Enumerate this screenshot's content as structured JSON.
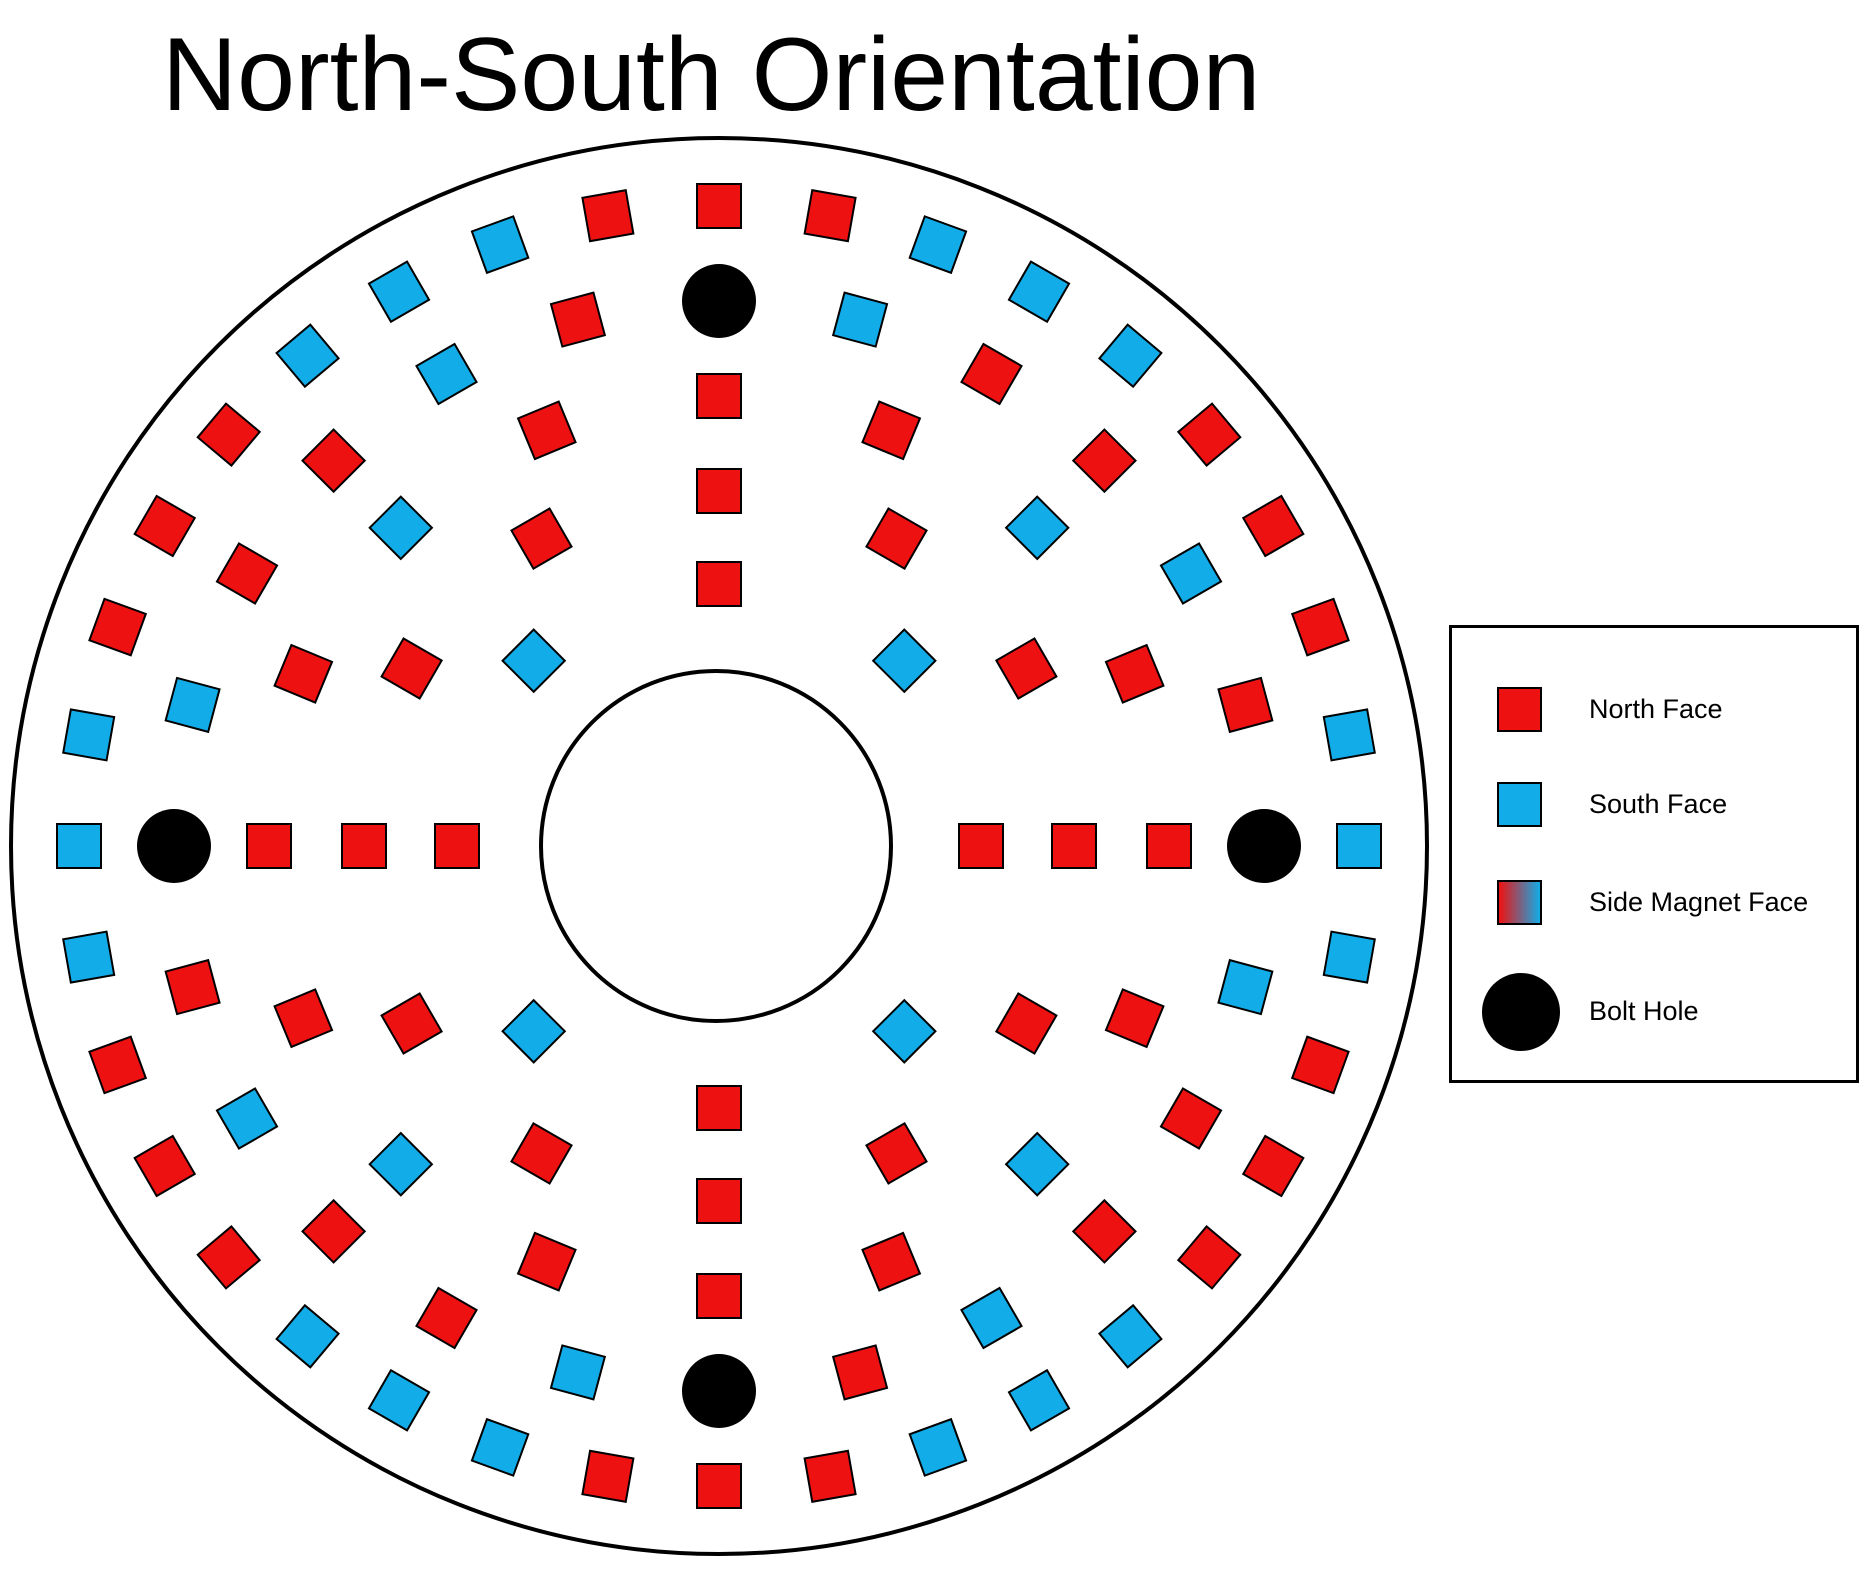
{
  "title": "North-South Orientation",
  "colors": {
    "north": "#ee1111",
    "south": "#12ace8",
    "bolt": "#000000",
    "outline": "#000000"
  },
  "legend": [
    {
      "key": "north",
      "label": "North Face",
      "icon": "red-square"
    },
    {
      "key": "south",
      "label": "South Face",
      "icon": "blue-square"
    },
    {
      "key": "side",
      "label": "Side Magnet Face",
      "icon": "red-blue-gradient-square"
    },
    {
      "key": "bolt",
      "label": "Bolt Hole",
      "icon": "black-circle"
    }
  ],
  "rings": [
    {
      "count": 36,
      "pattern": [
        "north",
        "north",
        "south",
        "south",
        "south",
        "north",
        "north",
        "north",
        "south",
        "south",
        "south",
        "north"
      ]
    },
    {
      "count": 24,
      "pattern": [
        "north",
        "south",
        "north",
        "north",
        "south",
        "north"
      ]
    },
    {
      "count": 16,
      "pattern": [
        "north",
        "north",
        "south",
        "north"
      ]
    },
    {
      "count": 12,
      "pattern": [
        "north",
        "north",
        "north"
      ]
    },
    {
      "count": 8,
      "pattern": [
        "north",
        "south"
      ]
    }
  ],
  "bolt_holes": {
    "count": 4
  }
}
